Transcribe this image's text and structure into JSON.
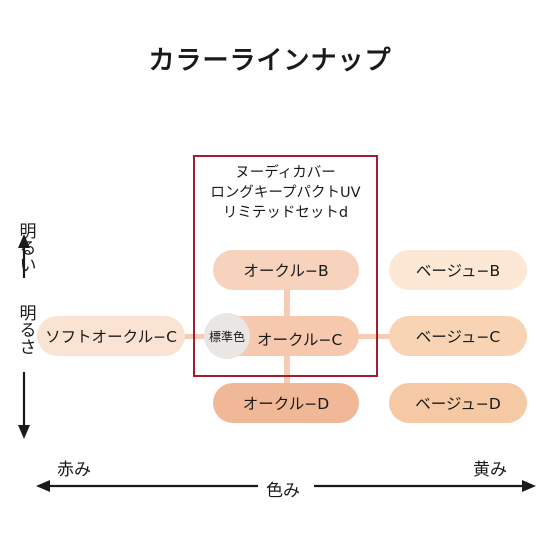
{
  "title": "カラーラインナップ",
  "product": {
    "name_lines": [
      "ヌーディカバー",
      "ロングキープパクトUV",
      "リミテッドセットd"
    ]
  },
  "vertical_axis": {
    "top_label": "明るい",
    "bottom_label": "明るさ"
  },
  "horizontal_axis": {
    "left_label": "赤み",
    "right_label": "黄み",
    "center_label": "色み"
  },
  "standard_badge": "標準色",
  "shades": {
    "ochre_b": "オークル−B",
    "ochre_c": "オークル−C",
    "ochre_d": "オークル−D",
    "soft_ochre_c": "ソフトオークル−C",
    "beige_b": "ベージュ−B",
    "beige_c": "ベージュ−C",
    "beige_d": "ベージュ−D"
  },
  "colors": {
    "frame": "#a51c2c",
    "ochre_b": "#f7d2bc",
    "ochre_c": "#f6c8ae",
    "ochre_d": "#f0b896",
    "soft_ochre_c": "#fbe3d3",
    "beige_b": "#fce8d4",
    "beige_c": "#f8d4b4",
    "beige_d": "#f4c9a4"
  }
}
